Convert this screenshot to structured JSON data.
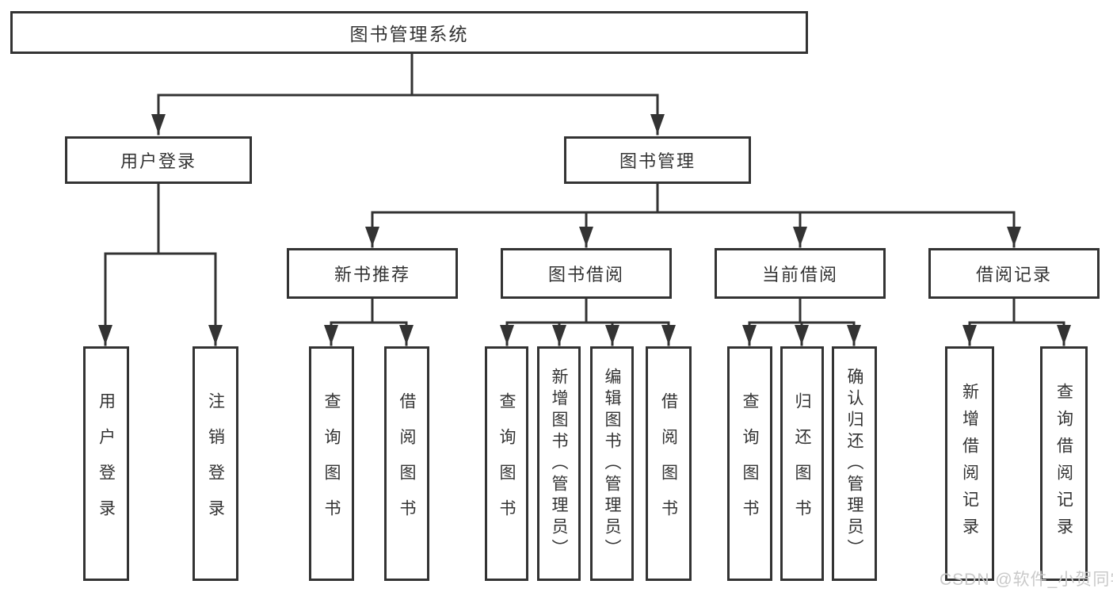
{
  "colors": {
    "line": "#333333",
    "text": "#333333",
    "box_background": "#ffffff",
    "watermark": "#c9c9c9"
  },
  "watermark": {
    "text": "CSDN @软件_小贺同学"
  },
  "tree": {
    "root": {
      "label": "图书管理系统"
    },
    "branches": [
      {
        "label": "用户登录",
        "leaves": [
          "用户登录",
          "注销登录"
        ]
      },
      {
        "label": "图书管理",
        "sections": [
          {
            "label": "新书推荐",
            "leaves": [
              "查询图书",
              "借阅图书"
            ]
          },
          {
            "label": "图书借阅",
            "leaves": [
              "查询图书",
              "新增图书（管理员）",
              "编辑图书（管理员）",
              "借阅图书"
            ]
          },
          {
            "label": "当前借阅",
            "leaves": [
              "查询图书",
              "归还图书",
              "确认归还（管理员）"
            ]
          },
          {
            "label": "借阅记录",
            "leaves": [
              "新增借阅记录",
              "查询借阅记录"
            ]
          }
        ]
      }
    ]
  }
}
